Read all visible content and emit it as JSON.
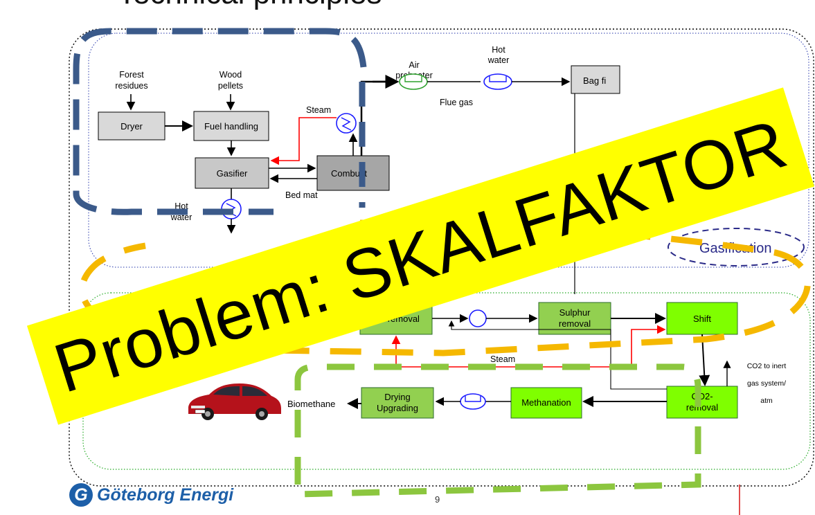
{
  "slide": {
    "title": "Technical principles",
    "page_number": "9",
    "logo_text": "Göteborg Energi"
  },
  "banner": {
    "text": "Problem: SKALFAKTOR",
    "color": "#ffff00"
  },
  "gasification_section": {
    "label": "Gasification",
    "inputs": [
      "Forest residues",
      "Wood pellets"
    ],
    "boxes": {
      "dryer": "Dryer",
      "fuel_handling": "Fuel handling",
      "gasifier": "Gasifier",
      "combustor": "Combust",
      "bag_filter": "Bag fi"
    },
    "labels": {
      "steam": "Steam",
      "air_preheater": "Air preheater",
      "hot_water_top": "Hot water",
      "flue_gas": "Flue gas",
      "bed_material": "Bed mat",
      "hot_water_left": "Hot water"
    }
  },
  "methanation_section": {
    "boxes": {
      "tar_removal": "Tar removal",
      "sulphur_removal": "Sulphur removal",
      "shift": "Shift",
      "co2_removal": "CO2- removal",
      "methanation": "Methanation",
      "drying_upgrading": "Drying Upgrading"
    },
    "labels": {
      "steam": "Steam",
      "biomethane": "Biomethane",
      "co2_note": "CO2 to inert gas system/ atm"
    }
  },
  "colors": {
    "process_box_grey": "#d9d9d9",
    "process_box_green": "#92d050",
    "highlight_green": "#7fff00",
    "steam_line": "#ff0000",
    "dashed_blue": "#3b5a8a",
    "dashed_orange": "#f5b800",
    "dashed_green": "#8cc63f",
    "logo_blue": "#1d5fa8"
  }
}
